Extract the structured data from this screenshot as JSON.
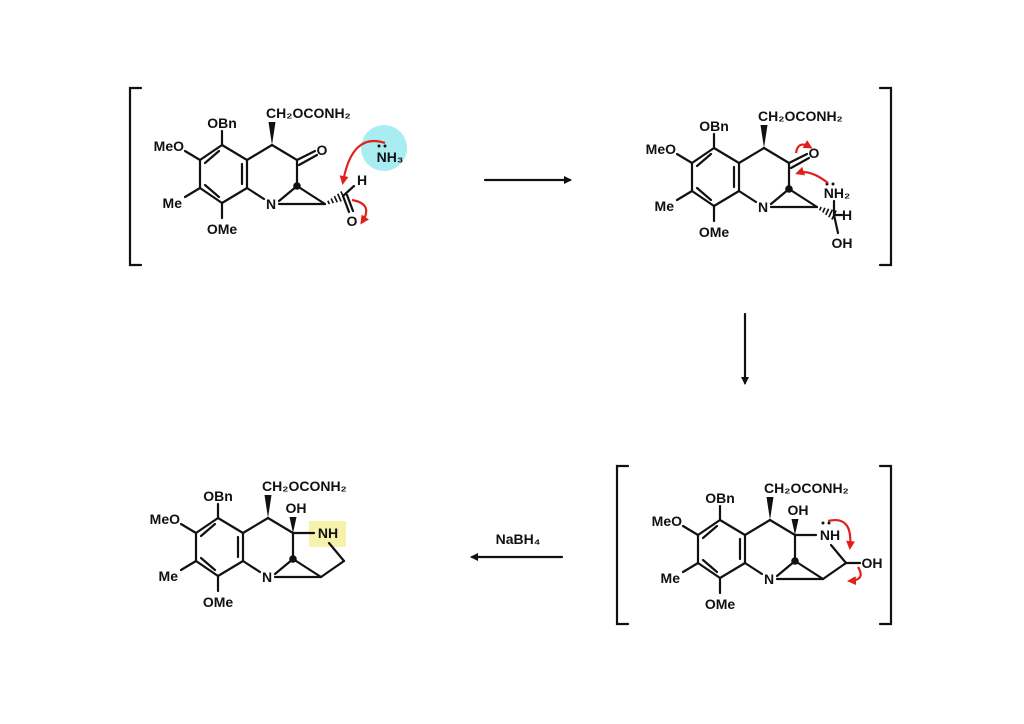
{
  "colors": {
    "mechanism_arrow": "#e0201b",
    "nucleophile_highlight": "#a9ecf1",
    "product_highlight": "#f6f2ab",
    "ink": "#111111"
  },
  "molecules": [
    {
      "id": "aldehyde",
      "obn": "OBn",
      "meo": "MeO",
      "me": "Me",
      "ome": "OMe",
      "n": "N",
      "side_chain": "CH₂OCONH₂",
      "ketone_o": "O",
      "aldehyde_h": "H",
      "aldehyde_o": "O",
      "nucleophile": "NH₃"
    },
    {
      "id": "hemiaminal",
      "obn": "OBn",
      "meo": "MeO",
      "me": "Me",
      "ome": "OMe",
      "n": "N",
      "side_chain": "CH₂OCONH₂",
      "ketone_o": "O",
      "amine": "NH₂",
      "h": "H",
      "oh": "OH"
    },
    {
      "id": "cyclized",
      "obn": "OBn",
      "meo": "MeO",
      "me": "Me",
      "ome": "OMe",
      "n": "N",
      "side_chain": "CH₂OCONH₂",
      "oh_top": "OH",
      "nh": "NH",
      "oh_ring": "OH"
    },
    {
      "id": "product",
      "obn": "OBn",
      "meo": "MeO",
      "me": "Me",
      "ome": "OMe",
      "n": "N",
      "side_chain": "CH₂OCONH₂",
      "oh_top": "OH",
      "nh": "NH"
    }
  ],
  "reagent": "NaBH₄"
}
